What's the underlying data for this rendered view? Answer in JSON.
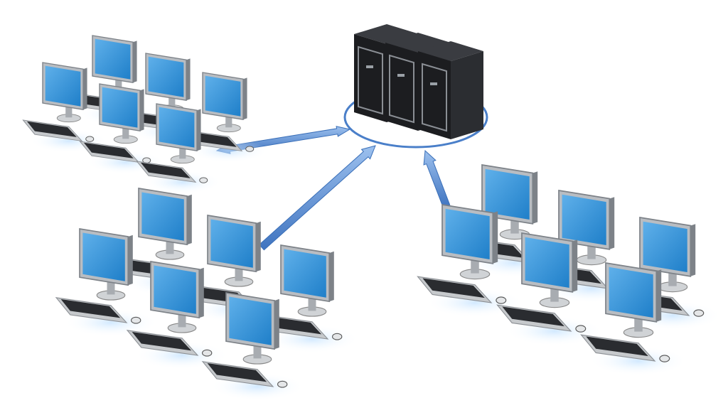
{
  "scene": {
    "server_count": 3,
    "workstation_groups": [
      {
        "position": "top-left",
        "computers": 6
      },
      {
        "position": "bottom-left",
        "computers": 6
      },
      {
        "position": "right",
        "computers": 6
      }
    ],
    "connections": [
      {
        "from": "top-left",
        "to": "servers",
        "direction": "bidirectional"
      },
      {
        "from": "bottom-left",
        "to": "servers",
        "direction": "to-server"
      },
      {
        "from": "right",
        "to": "servers",
        "direction": "to-server"
      }
    ]
  },
  "colors": {
    "background": "#ffffff",
    "screen": "#1f7fc9",
    "screen_highlight": "#5fb0ea",
    "bezel": "#b9bdc2",
    "bezel_dark": "#7d8288",
    "keyboard": "#c6c9cc",
    "keys": "#2a2c30",
    "server_body": "#2b2d31",
    "server_front": "#1c1d20",
    "arrow": "#5b8fd4",
    "ring": "#4a7fc9"
  }
}
